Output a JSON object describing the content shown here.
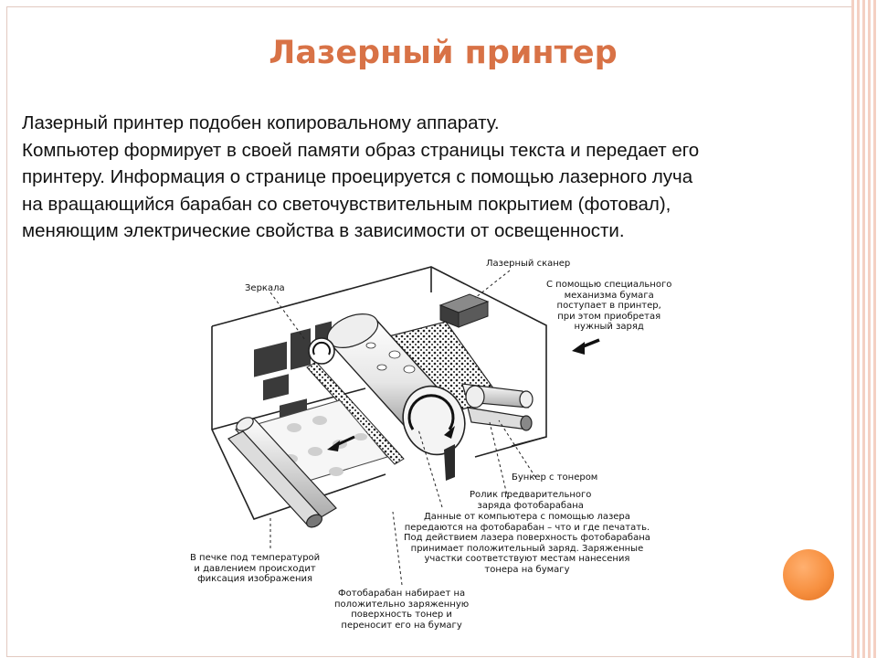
{
  "slide": {
    "title": "Лазерный принтер",
    "body_lines": [
      "Лазерный принтер подобен копировальному аппарату.",
      "Компьютер формирует в своей памяти образ страницы текста и передает его",
      "принтеру.  Информация о странице проецируется с помощью лазерного луча",
      "на вращающийся барабан со светочувствительным покрытием (фотовал),",
      "меняющим электрические свойства в зависимости от освещенности."
    ],
    "accent_color": "#d87246"
  },
  "diagram": {
    "labels": {
      "mirrors": "Зеркала",
      "laser_scanner": "Лазерный сканер",
      "paper_feed": [
        "С помощью специального",
        "механизма бумага",
        "поступает в принтер,",
        "при этом приобретая",
        "нужный заряд"
      ],
      "toner_hopper": "Бункер с тонером",
      "precharge_roller": [
        "Ролик предварительного",
        "заряда фотобарабана"
      ],
      "laser_data": [
        "Данные от компьютера с помощью лазера",
        "передаются на фотобарабан – что и где печатать.",
        "Под действием лазера поверхность фотобарабана",
        "принимает положительный заряд. Заряженные",
        "участки соответствуют местам нанесения",
        "тонера на бумагу"
      ],
      "fuser": [
        "В печке под температурой",
        "и давлением происходит",
        "фиксация изображения"
      ],
      "drum": [
        "Фотобарабан набирает на",
        "положительно заряженную",
        "поверхность тонер и",
        "переносит его на бумагу"
      ]
    }
  }
}
